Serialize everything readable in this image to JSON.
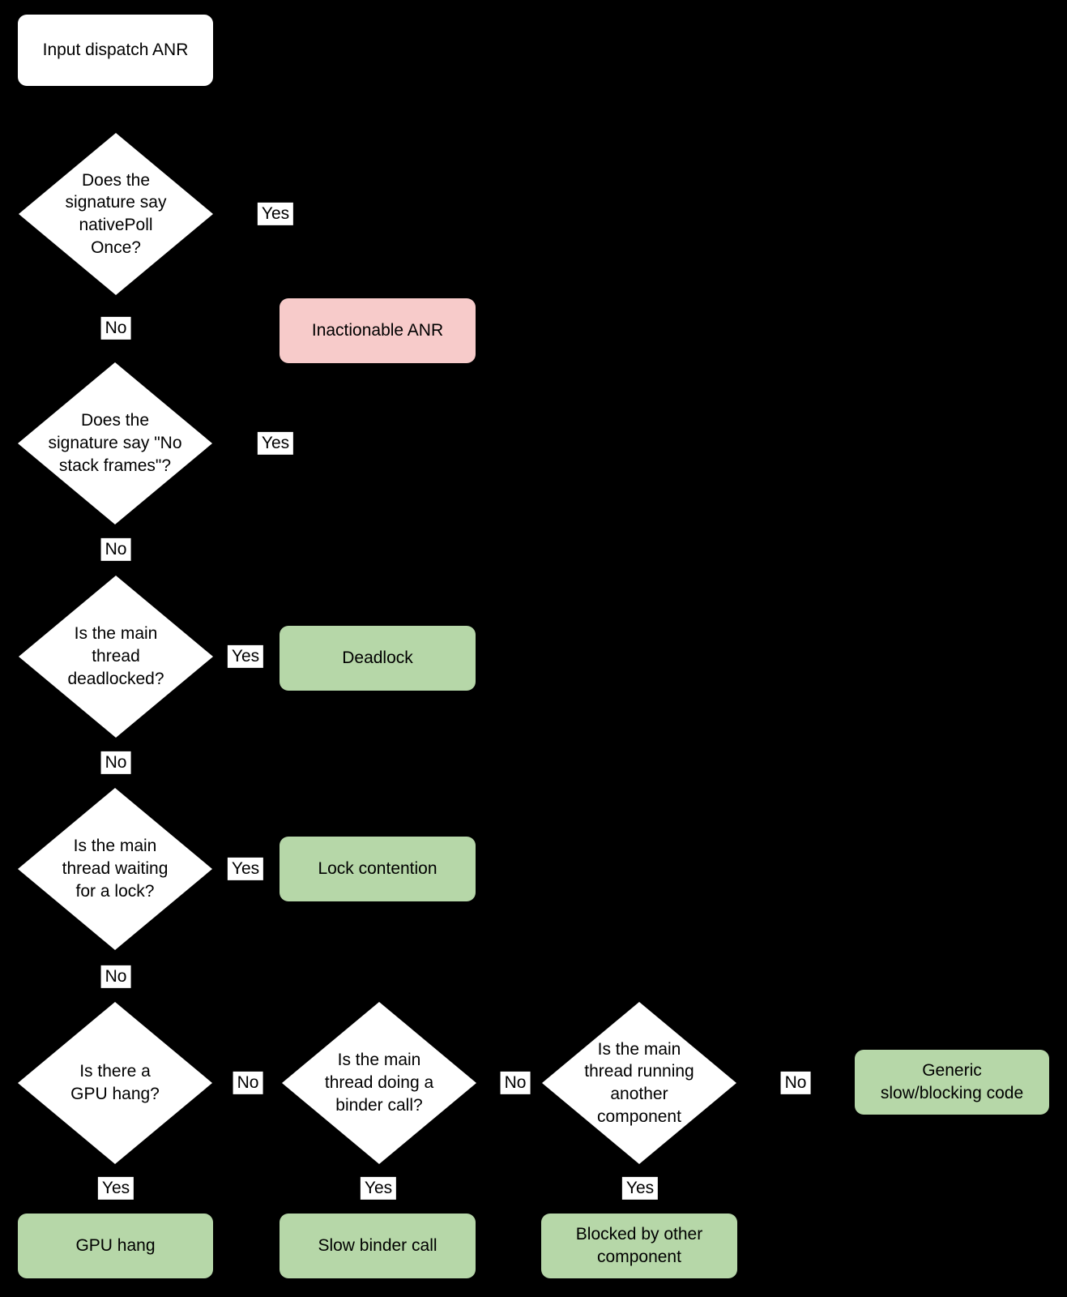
{
  "colors": {
    "background": "#000000",
    "node": "#ffffff",
    "green": "#b6d7a8",
    "red": "#f7cbca",
    "text": "#000000"
  },
  "nodes": {
    "start": "Input dispatch ANR",
    "q_native_poll": "Does the\nsignature say\nnativePoll\nOnce?",
    "q_no_stack_frames": "Does the\nsignature say \"No\nstack frames\"?",
    "q_deadlocked": "Is the main\nthread\ndeadlocked?",
    "q_waiting_lock": "Is the main\nthread waiting\nfor a lock?",
    "q_gpu_hang": "Is there a\nGPU hang?",
    "q_binder_call": "Is the main\nthread doing a\nbinder call?",
    "q_another_component": "Is the main\nthread running\nanother\ncomponent",
    "t_inactionable": "Inactionable ANR",
    "t_deadlock": "Deadlock",
    "t_lock_contention": "Lock contention",
    "t_gpu_hang": "GPU hang",
    "t_slow_binder": "Slow binder call",
    "t_blocked_other": "Blocked by other\ncomponent",
    "t_generic": "Generic\nslow/blocking code"
  },
  "labels": {
    "yes": "Yes",
    "no": "No"
  }
}
